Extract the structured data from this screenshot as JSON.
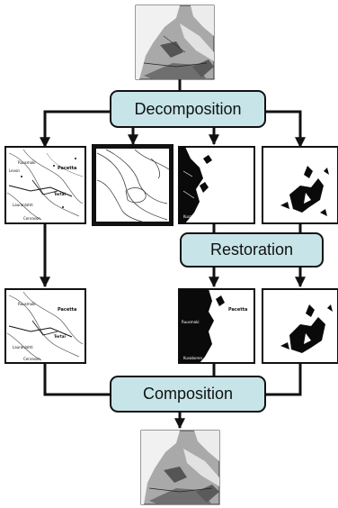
{
  "figure": {
    "stages": {
      "decomposition": "Decomposition",
      "restoration": "Restoration",
      "composition": "Composition"
    },
    "map_labels": {
      "name_a": "Pacetta",
      "name_b": "Ruusmaki",
      "name_c": "Tertai",
      "name_d": "Levon",
      "name_e": "Lauranlahti",
      "name_f": "Cenrason",
      "name_g": "Kusaboren"
    },
    "colors": {
      "stage_fill": "#c7e5e8",
      "stroke": "#111111",
      "gray_map_bg": "#a9a9a9"
    }
  }
}
